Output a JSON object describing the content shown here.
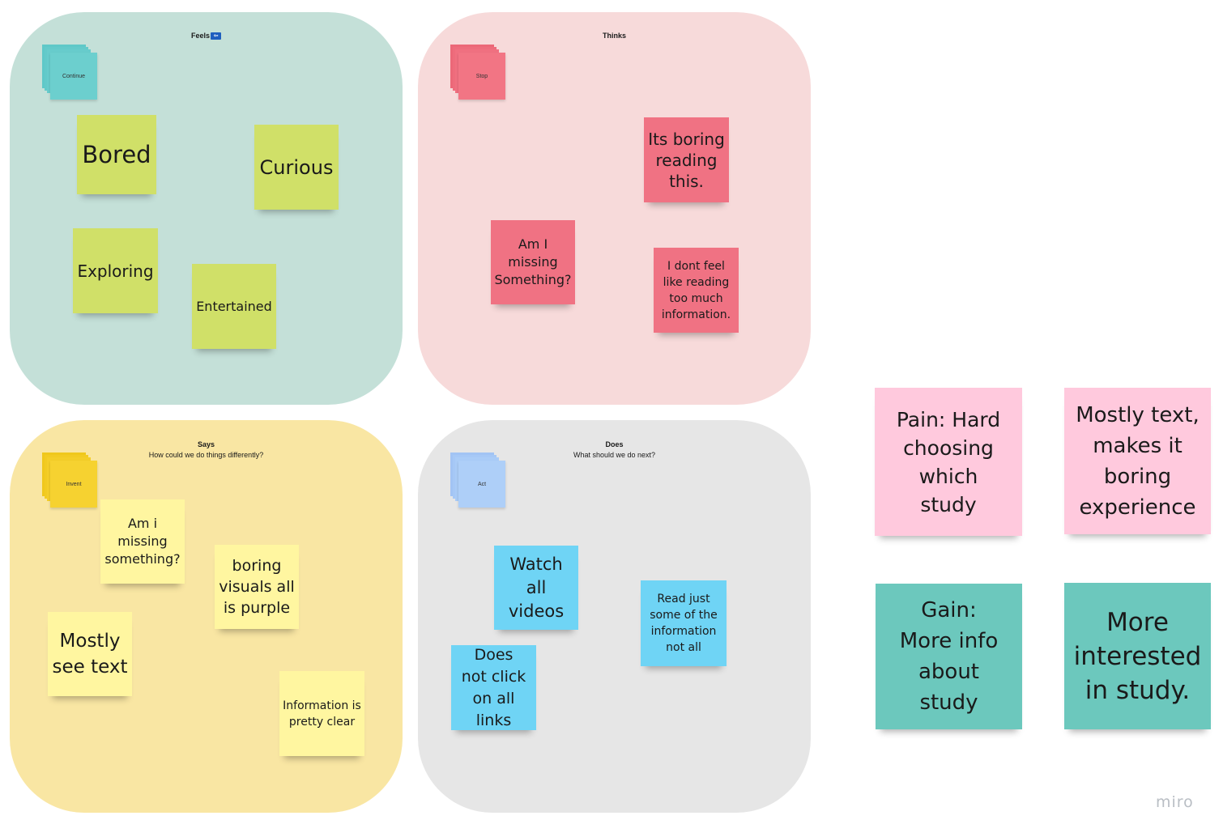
{
  "quadrants": {
    "feels": {
      "title": "Feels",
      "flag_glyph": "⇦",
      "stack_label": "Continue"
    },
    "thinks": {
      "title": "Thinks",
      "stack_label": "Stop"
    },
    "says": {
      "title": "Says",
      "subtitle": "How could we do things differently?",
      "stack_label": "Invent"
    },
    "does": {
      "title": "Does",
      "subtitle": "What should we do next?",
      "stack_label": "Act"
    }
  },
  "notes": {
    "feels": [
      "Bored",
      "Curious",
      "Exploring",
      "Entertained"
    ],
    "thinks": [
      "Its boring reading this.",
      "Am I missing Something?",
      "I dont feel like reading too much information."
    ],
    "says": [
      "Am i missing something?",
      "boring visuals all is purple",
      "Mostly see text",
      "Information is pretty clear"
    ],
    "does": [
      "Watch all videos",
      "Read just some of the information not all",
      "Does not click on all links"
    ],
    "summary": [
      "Pain: Hard choosing which study",
      "Mostly text, makes it boring experience",
      "Gain: More info about study",
      "More interested in study."
    ]
  },
  "colors": {
    "feels_bg": "#c4e0d8",
    "thinks_bg": "#f7dada",
    "says_bg": "#f9e6a3",
    "does_bg": "#e6e6e6",
    "green_note": "#d0e068",
    "red_note": "#f07283",
    "yellow_note": "#fff6a0",
    "blue_note": "#6fd4f5",
    "pink_note": "#ffc9dd",
    "teal_note": "#6cc8bd"
  },
  "watermark": "miro"
}
